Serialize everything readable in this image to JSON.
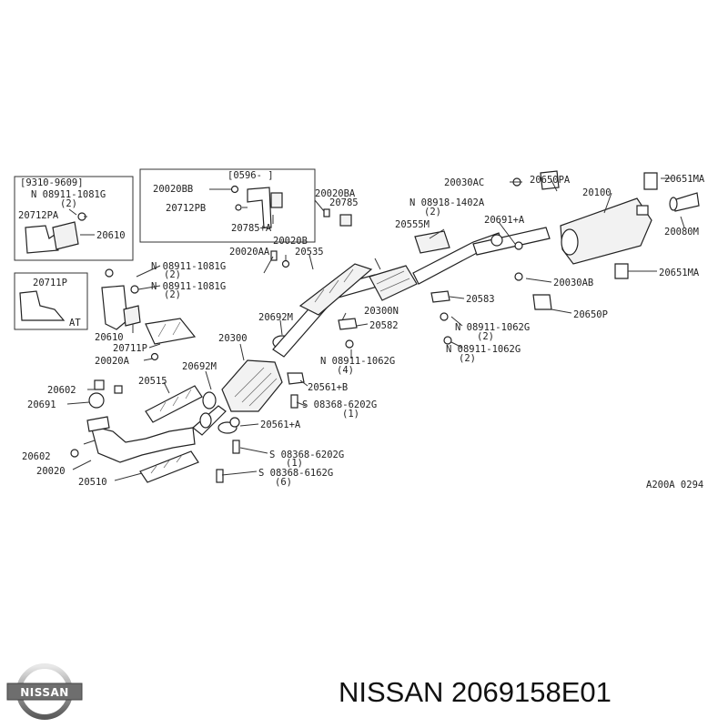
{
  "caption": {
    "brand": "NISSAN",
    "part_number": "2069158E01"
  },
  "logo_text": "NISSAN",
  "diagram_code": "A200A 0294",
  "boxes": [
    {
      "date": "[9310-9609]"
    },
    {
      "date": "[0596-     ]"
    },
    {
      "label": "20711P",
      "sub": "AT"
    }
  ],
  "labels": [
    "N 08911-1081G",
    "(2)",
    "20712PA",
    "20610",
    "20020BB",
    "20712PB",
    "20785+A",
    "20020AA",
    "20020B",
    "20535",
    "20020BA",
    "20785",
    "N 08918-1402A",
    "(2)",
    "20555M",
    "20691+A",
    "20030AC",
    "20650PA",
    "20100",
    "20651MA",
    "20080M",
    "20651MA",
    "20030AB",
    "20650P",
    "20583",
    "N 08911-1062G",
    "(2)",
    "20300N",
    "20582",
    "N 08911-1062G",
    "(2)",
    "N 08911-1081G",
    "(2)",
    "N 08911-1081G",
    "(2)",
    "20692M",
    "20300",
    "20610",
    "20711P",
    "20020A",
    "N 08911-1062G",
    "(4)",
    "20561+B",
    "S 08368-6202G",
    "(1)",
    "20602",
    "20515",
    "20692M",
    "20691",
    "20561+A",
    "20602",
    "S 08368-6202G",
    "(1)",
    "20020",
    "20510",
    "S 08368-6162G",
    "(6)"
  ]
}
